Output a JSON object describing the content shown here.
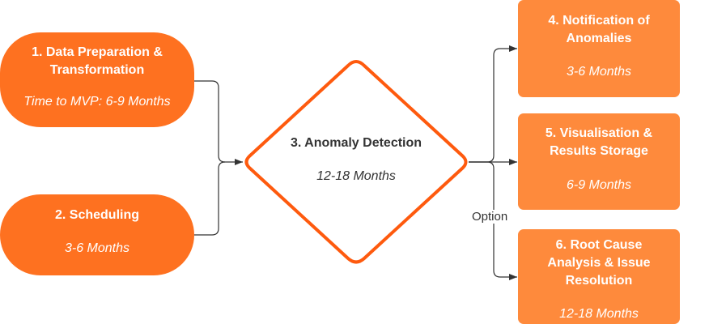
{
  "nodes": [
    {
      "title_lines": [
        "1. Data Preparation &",
        "Transformation"
      ],
      "duration": "Time to MVP: 6-9 Months"
    },
    {
      "title_lines": [
        "2. Scheduling"
      ],
      "duration": "3-6 Months"
    },
    {
      "title_lines": [
        "3. Anomaly Detection"
      ],
      "duration": "12-18 Months"
    },
    {
      "title_lines": [
        "4. Notification of",
        "Anomalies"
      ],
      "duration": "3-6 Months"
    },
    {
      "title_lines": [
        "5. Visualisation &",
        "Results Storage"
      ],
      "duration": "6-9 Months"
    },
    {
      "title_lines": [
        "6. Root Cause",
        "Analysis & Issue",
        "Resolution"
      ],
      "duration": "12-18 Months"
    }
  ],
  "edge_labels": {
    "option": "Option"
  },
  "colors": {
    "pill": "#fe7120",
    "box": "#fe8a3c",
    "diamond_border": "#fe5a0e",
    "connector": "#333333"
  }
}
